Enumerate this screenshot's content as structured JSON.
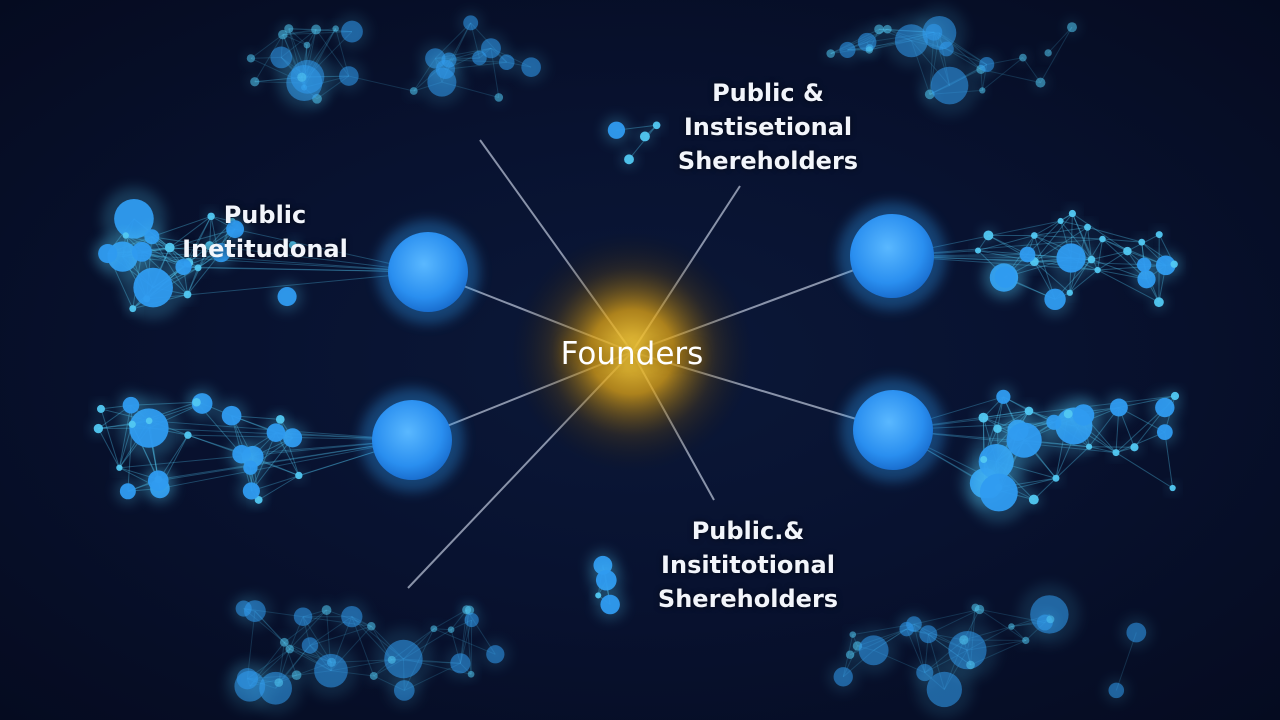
{
  "diagram": {
    "center": {
      "label": "Founders"
    },
    "labels": {
      "top_right": [
        "Public &",
        "Instisetional",
        "Shereholders"
      ],
      "left": [
        "Public",
        "Inetitudonal"
      ],
      "bottom": [
        "Public.&",
        "Insititotional",
        "Shereholders"
      ]
    },
    "colors": {
      "background": "#060d24",
      "node": "#2f9bf0",
      "node_light": "#52c8f2",
      "founders_glow": "#f2c21a",
      "connector": "#b4bed2"
    }
  }
}
